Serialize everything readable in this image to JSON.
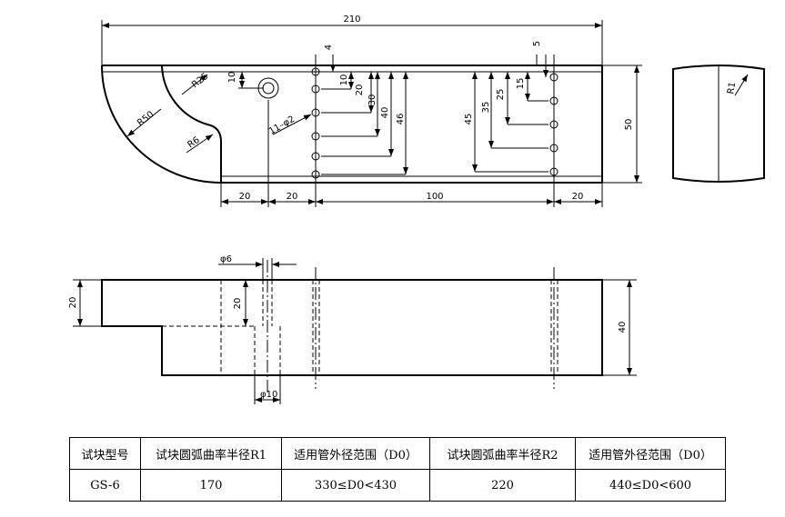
{
  "dims": {
    "overall_length": "210",
    "d4": "4",
    "d5": "5",
    "d10a": "10",
    "d10b": "10",
    "d20": "20",
    "d30": "30",
    "d40": "40",
    "d46": "46",
    "d15": "15",
    "d25": "25",
    "d35": "35",
    "d45": "45",
    "height": "50",
    "r25": "R25",
    "r50": "R50",
    "r6": "R6",
    "holes": "11–φ2",
    "bot_20a": "20",
    "bot_20b": "20",
    "bot_100": "100",
    "bot_20c": "20",
    "r1": "R1",
    "phi6": "φ6",
    "side_20": "20",
    "mid_20": "20",
    "side_40": "40",
    "phi10": "φ10"
  },
  "table": {
    "headers": [
      "试块型号",
      "试块圆弧曲率半径R1",
      "适用管外径范围（D0）",
      "试块圆弧曲率半径R2",
      "适用管外径范围（D0）"
    ],
    "row": [
      "GS-6",
      "170",
      "330≤D0<430",
      "220",
      "440≤D0<600"
    ]
  }
}
